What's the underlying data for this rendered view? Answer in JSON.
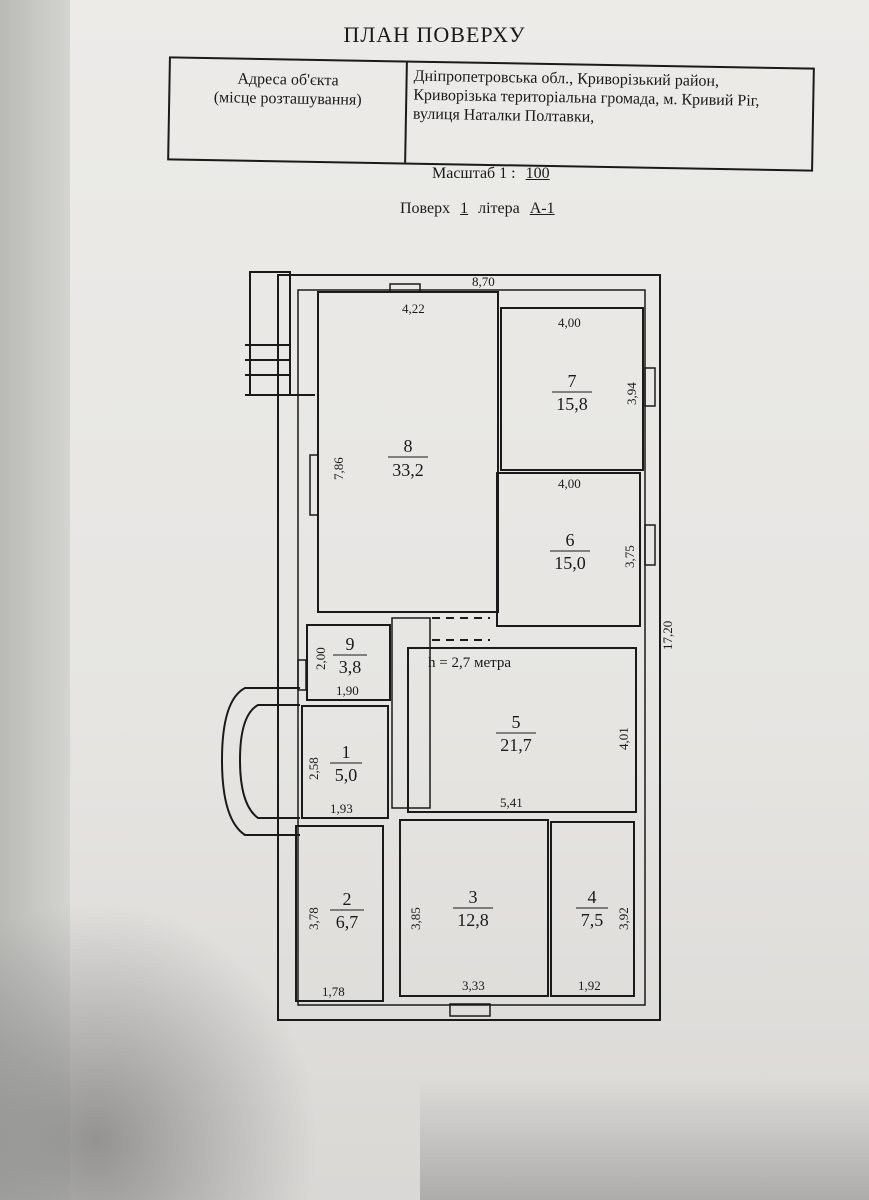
{
  "title": "ПЛАН ПОВЕРХУ",
  "address": {
    "label_line1": "Адреса об'єкта",
    "label_line2": "(місце розташування)",
    "value_line1": "Дніпропетровська обл., Криворізький район,",
    "value_line2": "Криворізька територіальна громада, м. Кривий Ріг,",
    "value_line3": "вулиця Наталки Полтавки,"
  },
  "scale": {
    "label": "Масштаб 1 :",
    "value": "100"
  },
  "floor": {
    "label": "Поверх",
    "value": "1",
    "litera_label": "літера",
    "litera_value": "А-1"
  },
  "plan": {
    "overall_width": "8,70",
    "overall_length": "17,20",
    "ceiling_height": "h = 2,7 метра",
    "rooms": [
      {
        "number": "8",
        "area": "33,2",
        "width": "4,22",
        "length": "7,86"
      },
      {
        "number": "7",
        "area": "15,8",
        "width": "4,00",
        "length": "3,94"
      },
      {
        "number": "6",
        "area": "15,0",
        "width": "4,00",
        "length": "3,75"
      },
      {
        "number": "9",
        "area": "3,8",
        "width": "1,90",
        "length": "2,00"
      },
      {
        "number": "1",
        "area": "5,0",
        "width": "1,93",
        "length": "2,58"
      },
      {
        "number": "5",
        "area": "21,7",
        "width": "5,41",
        "length": "4,01"
      },
      {
        "number": "2",
        "area": "6,7",
        "width": "1,78",
        "length": "3,78"
      },
      {
        "number": "3",
        "area": "12,8",
        "width": "3,33",
        "length": "3,85"
      },
      {
        "number": "4",
        "area": "7,5",
        "width": "1,92",
        "length": "3,92"
      }
    ]
  }
}
